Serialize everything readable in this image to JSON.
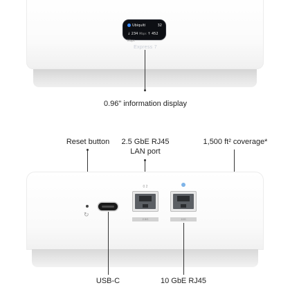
{
  "front": {
    "brand": "Express 7",
    "display": {
      "network_name": "Ubiquiti",
      "client_count": "32",
      "download": "234",
      "download_unit": "Mbps",
      "upload": "452",
      "upload_unit": "Mbps"
    }
  },
  "callouts": {
    "display": "0.96\" information display",
    "reset": "Reset button",
    "lan_line1": "2.5 GbE RJ45",
    "lan_line2": "LAN port",
    "coverage": "1,500 ft² coverage*",
    "usbc": "USB-C",
    "wan_line1": "10 GbE RJ45"
  },
  "rear": {
    "lan_port_number": "0 2",
    "lan_tag": "2.5G",
    "wan_tag": "10G"
  }
}
